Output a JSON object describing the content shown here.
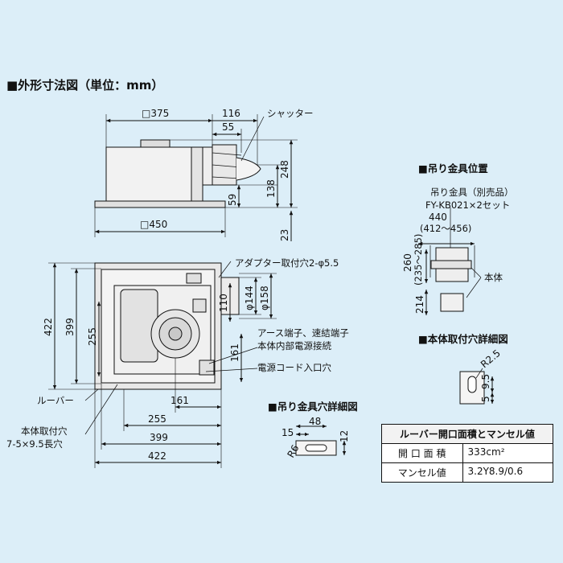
{
  "title": "■外形寸法図（単位：mm）",
  "top_view": {
    "dim_375": "□375",
    "dim_116": "116",
    "dim_55": "55",
    "dim_248": "248",
    "dim_138": "138",
    "dim_59": "59",
    "dim_450": "□450",
    "dim_23": "23",
    "shutter_label": "シャッター"
  },
  "plan_view": {
    "adapter_label": "アダプター取付穴2-φ5.5",
    "dim_422v": "422",
    "dim_399v": "399",
    "dim_255v": "255",
    "dim_110": "110",
    "dim_phi144": "φ144",
    "dim_phi158": "φ158",
    "dim_161v": "161",
    "earth_label_1": "アース端子、速結端子",
    "earth_label_2": "本体内部電源接続",
    "cord_label": "電源コード入口穴",
    "louver_label": "ルーバー",
    "mount_hole_1": "本体取付穴",
    "mount_hole_2": "7-5×9.5長穴",
    "dim_161h": "161",
    "dim_255h": "255",
    "dim_399h": "399",
    "dim_422h": "422"
  },
  "hanger_position": {
    "section": "■吊り金具位置",
    "label_1": "吊り金具（別売品）",
    "label_2": "FY-KB021×2セット",
    "dim_440": "440",
    "dim_440_range": "(412～456)",
    "dim_260": "260",
    "dim_260_range": "(235～285)",
    "dim_214": "214",
    "body_label": "本体"
  },
  "mount_hole_detail": {
    "section": "■本体取付穴詳細図",
    "dim_r25": "R2.5",
    "dim_95": "9.5",
    "dim_5": "5"
  },
  "hanger_hole_detail": {
    "section": "■吊り金具穴詳細図",
    "dim_15": "15",
    "dim_48": "48",
    "dim_12": "12",
    "dim_r6": "R6"
  },
  "table": {
    "header": "ルーバー開口面積とマンセル値",
    "rows": [
      {
        "label": "開 口 面 積",
        "value": "333cm²"
      },
      {
        "label": "マンセル値",
        "value": "3.2Y8.9/0.6"
      }
    ]
  }
}
